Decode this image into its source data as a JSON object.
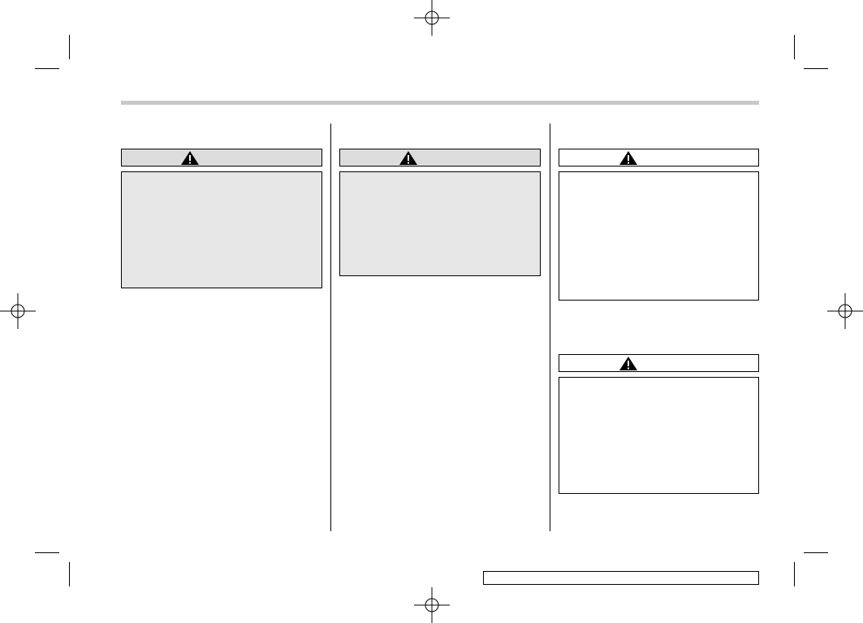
{
  "header": {
    "section_title": ""
  },
  "warnings": [
    {
      "label": "",
      "body": "",
      "icon": "warning-triangle-icon",
      "style": "gray"
    },
    {
      "label": "",
      "body": "",
      "icon": "warning-triangle-icon",
      "style": "gray"
    },
    {
      "label": "",
      "body": "",
      "icon": "warning-triangle-icon",
      "style": "white"
    },
    {
      "label": "",
      "body": "",
      "icon": "warning-triangle-icon",
      "style": "white"
    }
  ],
  "footer": {
    "page_label": ""
  },
  "colors": {
    "header_rule": "#c8c8c8",
    "warning_fill_gray": "#e6e6e6",
    "warning_header_gray": "#dcdcdc",
    "ink": "#000000"
  }
}
